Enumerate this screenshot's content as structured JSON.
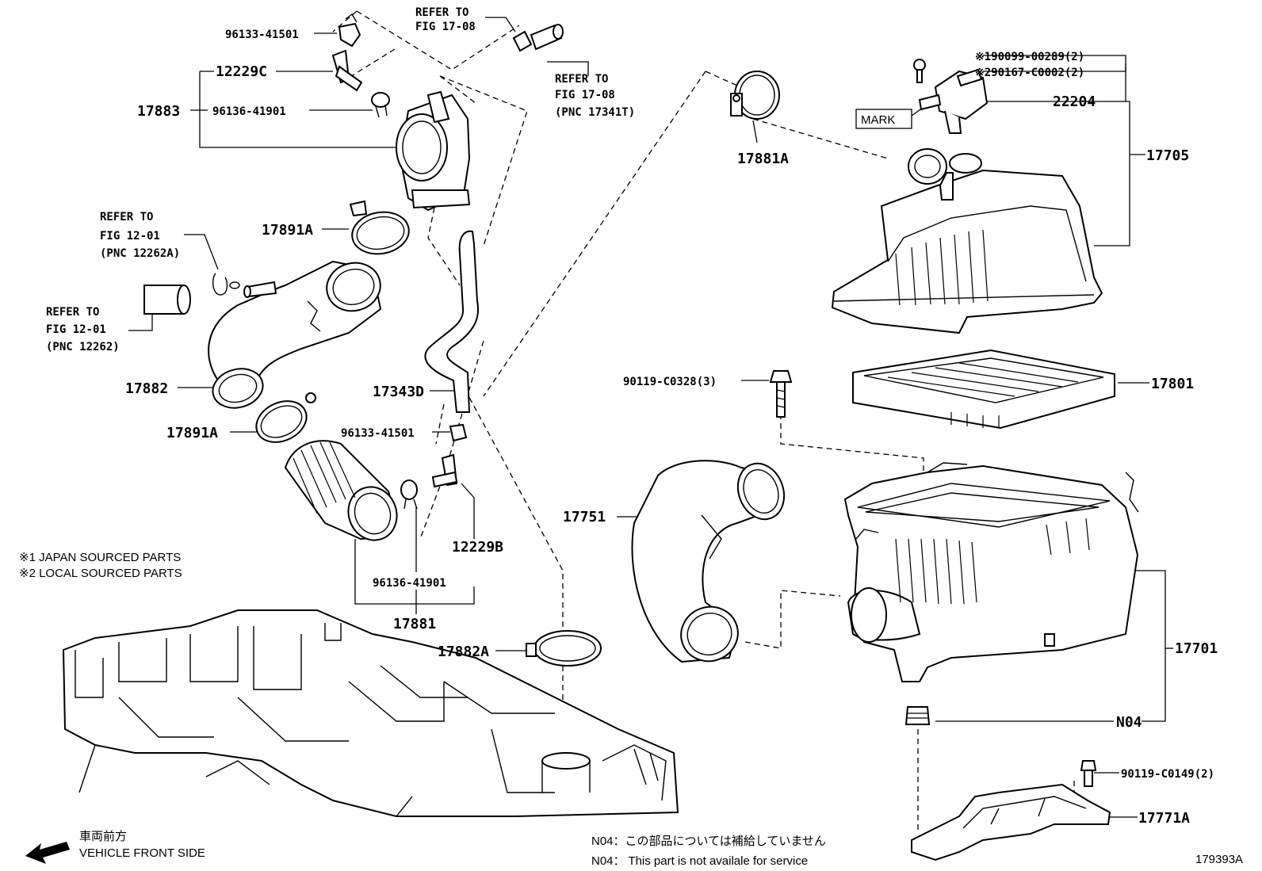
{
  "callouts": {
    "c96133_top": "96133-41501",
    "refer_17_08_a": [
      "REFER TO",
      "FIG 17-08"
    ],
    "c12229C": "12229C",
    "c17883": "17883",
    "c96136_top": "96136-41901",
    "refer_17_08_b": [
      "REFER TO",
      "FIG 17-08",
      "(PNC 17341T)"
    ],
    "c17891A_top": "17891A",
    "refer_12_01_a": [
      "REFER TO",
      "FIG 12-01",
      "(PNC 12262A)"
    ],
    "refer_12_01_b": [
      "REFER TO",
      "FIG 12-01",
      "(PNC 12262)"
    ],
    "c17882": "17882",
    "c17343D": "17343D",
    "c17891A_bot": "17891A",
    "c96133_bot": "96133-41501",
    "c12229B": "12229B",
    "c96136_bot": "96136-41901",
    "c17881": "17881",
    "c17882A": "17882A",
    "c17881A": "17881A",
    "c190099": "※190099-00289(2)",
    "c290167": "※290167-C0002(2)",
    "mark": "MARK",
    "c22204": "22204",
    "c17705": "17705",
    "c90119_c0328": "90119-C0328(3)",
    "c17801": "17801",
    "c17751": "17751",
    "c17701": "17701",
    "cN04": "N04",
    "c90119_c0149": "90119-C0149(2)",
    "c17771A": "17771A"
  },
  "notes": {
    "japan_sourced": "※1 JAPAN SOURCED PARTS",
    "local_sourced": "※2 LOCAL SOURCED PARTS",
    "n04_jp": "N04：この部品については補給していません",
    "n04_en": "N04： This part is not availale for service",
    "front_jp": "車両前方",
    "front_en": "VEHICLE FRONT SIDE",
    "figure_id": "179393A"
  },
  "icons": [
    "front-arrow-icon"
  ]
}
